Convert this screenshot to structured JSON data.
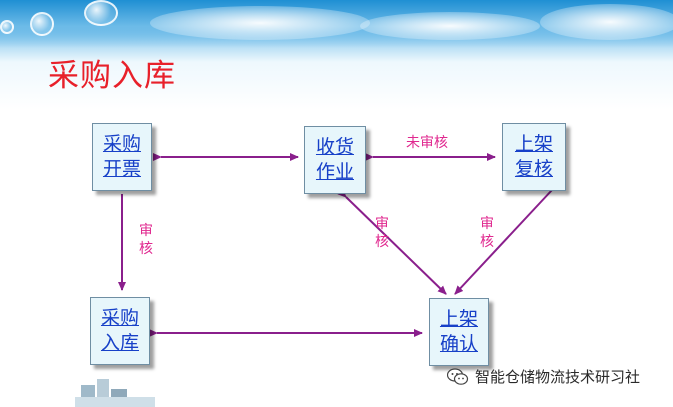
{
  "title": "采购入库",
  "nodes": {
    "purchase_invoice": {
      "line1": "采购",
      "line2": "开票"
    },
    "receiving": {
      "line1": "收货",
      "line2": "作业"
    },
    "shelving_review": {
      "line1": "上架",
      "line2": "复核"
    },
    "purchase_receipt": {
      "line1": "采购",
      "line2": "入库"
    },
    "shelving_confirm": {
      "line1": "上架",
      "line2": "确认"
    }
  },
  "edge_labels": {
    "not_reviewed": "未审核",
    "review_left": {
      "line1": "审",
      "line2": "核"
    },
    "review_mid": {
      "line1": "审",
      "line2": "核"
    },
    "review_right": {
      "line1": "审",
      "line2": "核"
    }
  },
  "watermark": "智能仓储物流技术研习社",
  "colors": {
    "title": "#e8202a",
    "node_text": "#1740c8",
    "arrow": "#8a1f8c",
    "edge_label": "#e0288f"
  },
  "icons": [
    "wechat-icon"
  ]
}
